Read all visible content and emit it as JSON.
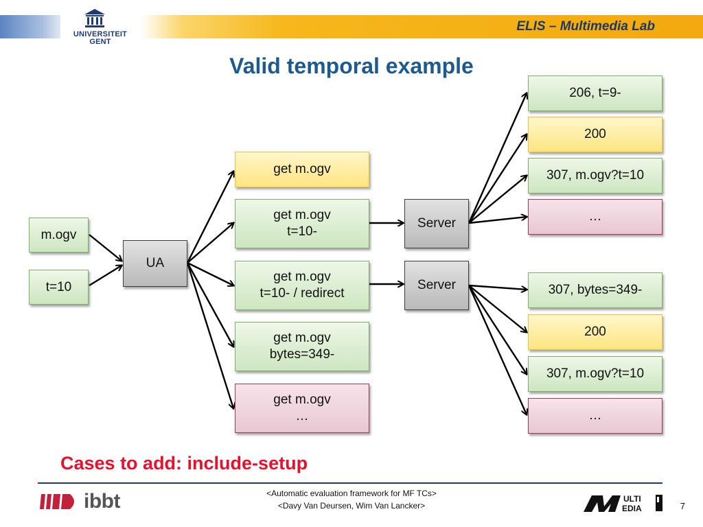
{
  "header": {
    "university_line1": "UNIVERSITEIT",
    "university_line2": "GENT",
    "lab": "ELIS – Multimedia Lab"
  },
  "slide": {
    "title": "Valid temporal example",
    "note": "Cases to add: include-setup",
    "page_number": "7"
  },
  "diagram": {
    "inputs": [
      "m.ogv",
      "t=10"
    ],
    "ua": "UA",
    "requests": [
      {
        "line1": "get m.ogv",
        "line2": ""
      },
      {
        "line1": "get m.ogv",
        "line2": "t=10-"
      },
      {
        "line1": "get m.ogv",
        "line2": "t=10- / redirect"
      },
      {
        "line1": "get m.ogv",
        "line2": "bytes=349-"
      },
      {
        "line1": "get m.ogv",
        "line2": "…"
      }
    ],
    "servers": [
      "Server",
      "Server"
    ],
    "responses_group1": [
      "206, t=9-",
      "200",
      "307, m.ogv?t=10",
      "…"
    ],
    "responses_group2": [
      "307, bytes=349-",
      "200",
      "307, m.ogv?t=10",
      "…"
    ]
  },
  "footer": {
    "line1": "<Automatic evaluation framework for MF TCs>",
    "line2": "<Davy Van Deursen, Wim Van Lancker>",
    "ibbt": "ibbt",
    "multimedia_top": "ULTI",
    "multimedia_bottom": "EDIA"
  },
  "colors": {
    "title": "#1f5a8c",
    "note": "#e8112d",
    "header_orange": "#f3a90f"
  }
}
